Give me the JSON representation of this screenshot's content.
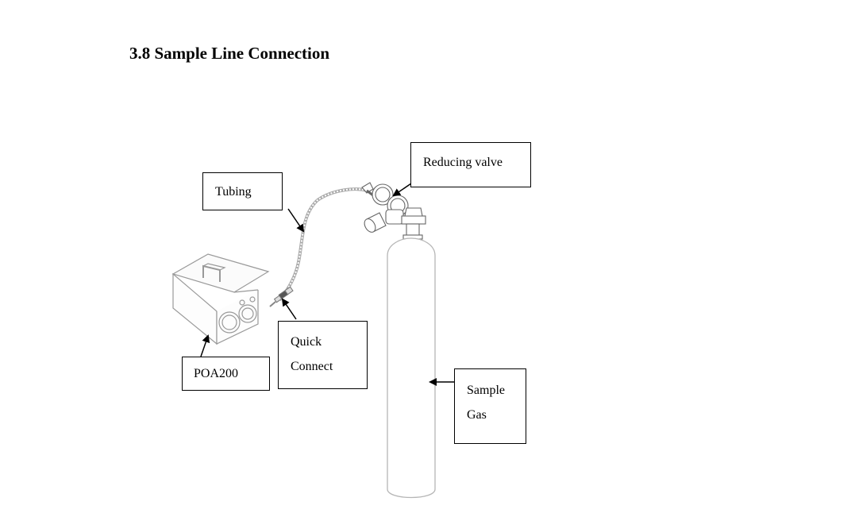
{
  "section": {
    "heading": "3.8 Sample Line Connection"
  },
  "figure": {
    "labels": {
      "tubing": "Tubing",
      "reducing_valve": "Reducing valve",
      "poa200": "POA200",
      "quick_connect_line1": "Quick",
      "quick_connect_line2": "Connect",
      "sample_gas_line1": "Sample",
      "sample_gas_line2": "Gas"
    },
    "components": [
      "POA200 analyzer",
      "Quick Connect fitting",
      "Tubing",
      "Reducing valve",
      "Sample Gas cylinder"
    ]
  }
}
